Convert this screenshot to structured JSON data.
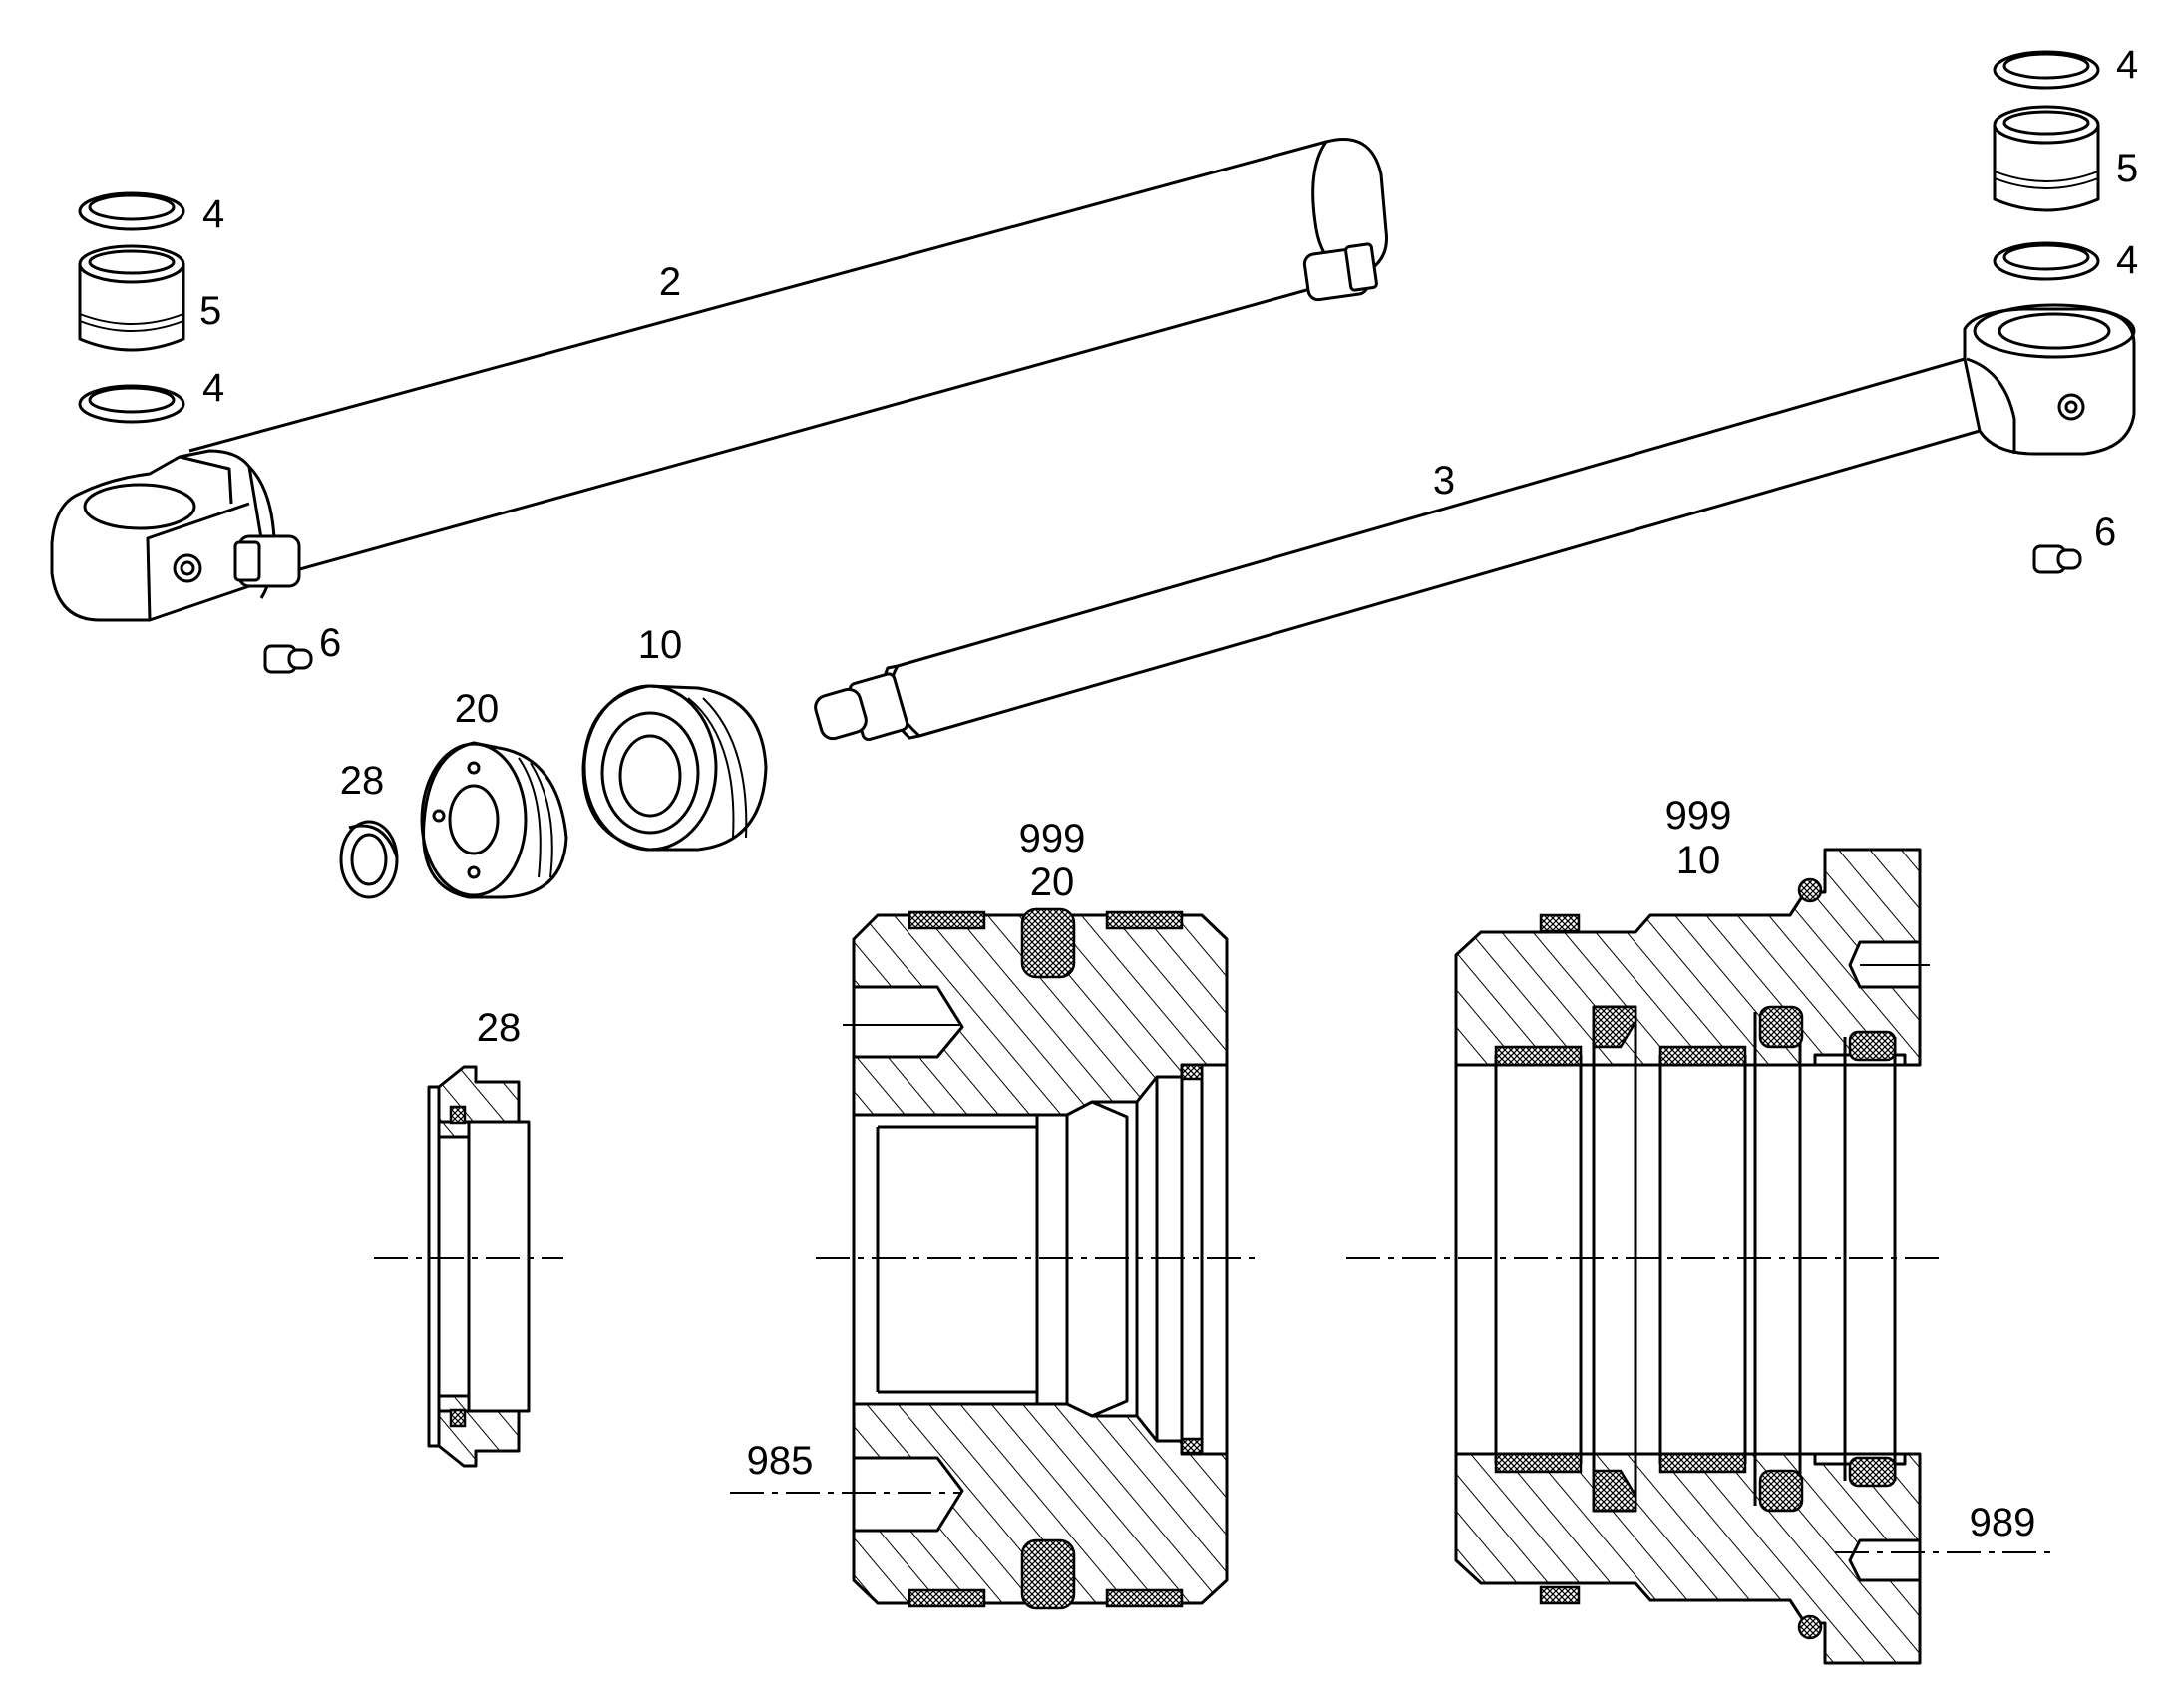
{
  "labels": {
    "cylinder_tube": "2",
    "piston_rod": "3",
    "ring_left_top": "4",
    "bushing_left": "5",
    "ring_left_bottom": "4",
    "ring_right_top": "4",
    "bushing_right": "5",
    "ring_right_bottom": "4",
    "grease_nipple_left": "6",
    "grease_nipple_right": "6",
    "gland_iso": "10",
    "piston_iso": "20",
    "nut_iso": "28",
    "nut_section": "28",
    "piston_section_kit": "999",
    "piston_section_part": "20",
    "gland_section_kit": "999",
    "gland_section_part": "10",
    "ref_985": "985",
    "ref_989": "989"
  }
}
